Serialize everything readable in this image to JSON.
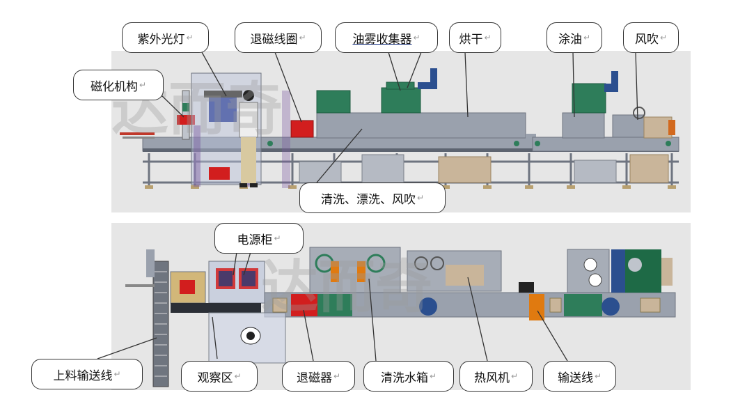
{
  "watermark": "达而奇",
  "return_mark": "↵",
  "labels": {
    "uv_lamp": "紫外光灯",
    "demag_coil": "退磁线圈",
    "oil_mist": "油雾收集器",
    "drying": "烘干",
    "oiling": "涂油",
    "blowing": "风吹",
    "magnetize": "磁化机构",
    "wash": "清洗、漂洗、风吹",
    "power_cabinet": "电源柜",
    "feed_line": "上料输送线",
    "observe": "观察区",
    "demagnetizer": "退磁器",
    "water_tank": "清洗水箱",
    "hot_air": "热风机",
    "conveyor": "输送线"
  },
  "colors": {
    "panel_bg": "#e6e6e6",
    "frame": "#7f8794",
    "machine": "#9aa1ad",
    "green": "#2e7d5a",
    "blue": "#2b4f8f",
    "red": "#d21e1e",
    "orange": "#e07a10",
    "tan": "#c9b59a"
  }
}
